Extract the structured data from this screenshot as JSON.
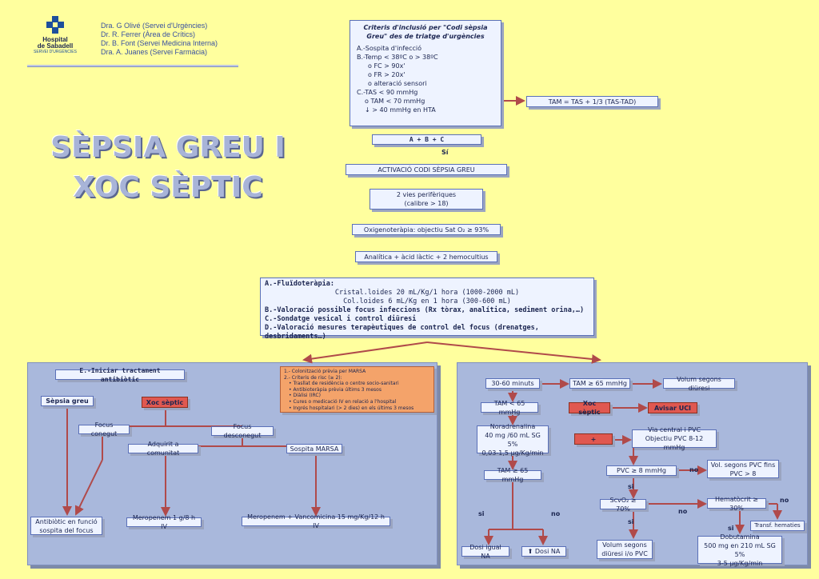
{
  "header": {
    "logo_text": [
      "Hospital",
      "de Sabadell"
    ],
    "logo_sub": "SERVEI D'URGÈNCIES",
    "authors": [
      "Dra. G Olivé (Servei d'Urgències)",
      "Dr. R. Ferrer (Àrea de Crítics)",
      "Dr. B. Font (Servei Medicina Interna)",
      "Dra. A. Juanes (Servei Farmàcia)"
    ]
  },
  "title": {
    "line1": "SÈPSIA GREU I",
    "line2": "XOC SÈPTIC"
  },
  "criteria": {
    "title": "Criteris d'inclusió per \"Codi sèpsia Greu\" des de triatge d'urgències",
    "lines": [
      "A.-Sospita d'infecció",
      "B.-Temp < 38ºC o > 38ºC",
      "o FC > 90x'",
      "o FR > 20x'",
      "o alteració sensori",
      "C.-TAS < 90 mmHg",
      "o TAM < 70 mmHg",
      "↓ > 40 mmHg en HTA"
    ]
  },
  "tam_formula": "TAM = TAS + 1/3 (TAS-TAD)",
  "flow": {
    "abc": "A + B + C",
    "si": "Sí",
    "activation": "ACTIVACIÓ CODI SÈPSIA GREU",
    "iv": "2 vies perifèriques\n(calibre > 18)",
    "oxy": "Oxigenoteràpia: objectiu Sat O₂ ≥ 93%",
    "lab": "Analítica + àcid làctic + 2 hemocultius"
  },
  "measures": [
    "A.-Fluïdoteràpia:",
    "Cristal.loides 20 mL/Kg/1 hora (1000-2000 mL)",
    "Col.loides 6 mL/Kg en 1 hora (300-600 mL)",
    "B.-Valoració possible focus infeccions (Rx tòrax, analítica, sediment orina,…)",
    "C.-Sondatge vesical i control diüresi",
    "D.-Valoració mesures terapèutiques de control del focus (drenatges, desbridaments…)"
  ],
  "left_panel": {
    "title": "E.-Iniciar tractament antibiòtic",
    "sepsis": "Sèpsia greu",
    "shock": "Xoc sèptic",
    "known": "Focus conegut",
    "unknown": "Focus desconegut",
    "community": "Adquirit a comunitat",
    "marsa": "Sospita MARSA",
    "abx_focus": "Antibiòtic en funció\nsospita del focus",
    "meropenem": "Meropenem 1 g/8 h IV",
    "mero_vanco": "Meropenem + Vancomicina 15 mg/Kg/12 h IV"
  },
  "marsa_note": {
    "lines": [
      "1.- Colonització prèvia per MARSA",
      "2.- Criteris de risc (≥ 2):",
      "• Trasllat de residència o centre socio-sanitari",
      "• Antibioteràpia prèvia últims 3 mesos",
      "• Diàlisi (IRC)",
      "• Cures o medicació IV en relació a l'hospital",
      "• Ingrés hospitalari (> 2 dies) en els últims 3 mesos"
    ]
  },
  "right_panel": {
    "minutes": "30-60 minuts",
    "tam_ge": "TAM ≥ 65 mmHg",
    "diuresis": "Volum segons diüresi",
    "tam_lt": "TAM < 65 mmHg",
    "shock": "Xoc sèptic",
    "uci": "Avisar UCI",
    "nor": "Noradrenalina\n40 mg /60 mL SG 5%\n0,03-1,5 µg/Kg/min",
    "plus": "+",
    "cvc": "Via central i PVC\nObjectiu PVC 8-12 mmHg",
    "pvc": "PVC ≥ 8 mmHg",
    "no1": "no",
    "vol_pvc": "Vol. segons PVC fins\nPVC > 8",
    "tam_ge2": "TAM ≥ 65 mmHg",
    "si1": "si",
    "scv": "ScvO₂ ≥ 70%",
    "no2": "no",
    "hct": "Hematòcrit ≥ 30%",
    "no3": "no",
    "si2": "si",
    "no4": "no",
    "si3": "si",
    "si4": "si",
    "transf": "Transf. hematies",
    "dose_same": "Dosi igual NA",
    "dose_up": "⬆ Dosi NA",
    "vol_diur": "Volum segons\ndiüresi i/o PVC",
    "dobut": "Dobutamina\n500 mg en 210 mL SG 5%\n3-5 µg/Kg/min"
  },
  "colors": {
    "background": "#ffff9e",
    "panel": "#a9b8dc",
    "box": "#eef3ff",
    "arrow": "#b04a4a",
    "title": "#a8b4d8"
  }
}
